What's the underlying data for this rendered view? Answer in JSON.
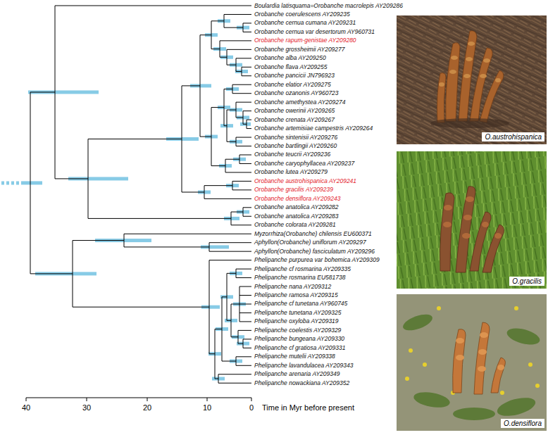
{
  "diagram": {
    "labels": [
      "Boulardia latisquama=Orobanche macrolepis AY209286",
      "Orobanche coerulescens AY209235",
      "Orobanche cernua cumana AY209231",
      "Orobanche cernua var desertorum AY960731",
      "Orobanche rapum-genistae AY209280",
      "Orobanche grossheimii AY209277",
      "Orobanche alba AY209250",
      "Orobanche flava AY209255",
      "Orobanche pancicii JN796923",
      "Orobanche elatior AY209275",
      "Orobanche ozanonis AY960723",
      "Orobanche amethystea AY209274",
      "Orobanche owerinii AY209265",
      "Orobanche crenata AY209267",
      "Orobanche artemisiae campestris AY209264",
      "Orobanche sintenisii AY209276",
      "Orobanche bartlingii AY209260",
      "Orobanche teucrii AY209236",
      "Orobanche caryophyllacea AY209237",
      "Orobanche lutea AY209279",
      "Orobanche austrohispanica AY209241",
      "Orobanche gracilis AY209239",
      "Orobanche densiflora AY209243",
      "Orobanche anatolica AY209282",
      "Orobanche anatolica AY209283",
      "Orobanche colorata AY209281",
      "Myzorrhiza(Orobanche) chilensis EU600371",
      "Aphyllon(Orobanche) uniflorum AY209297",
      "Aphyllon(Orobanche) fasciculatum AY209296",
      "Phelipanche purpurea var bohemica AY209309",
      "Phelipanche cf rosmarina AY209335",
      "Phelipanche rosmarina EU581738",
      "Phelipanche nana AY209312",
      "Phelipanche ramosa AY209315",
      "Phelipanche cf tunetana AY960745",
      "Phelipanche tunetana AY209325",
      "Phelipanche oxyloba AY209319",
      "Phelipanche coelestis AY209329",
      "Phelipanche bungeana AY209330",
      "Phelipanche cf gratiosa AY209331",
      "Phelipanche mutelii AY209338",
      "Phelipanche lavandulacea AY209343",
      "Phelipanche arenaria AY209349",
      "Phelipanche nowackiana AY209352",
      "O.austrohispanica",
      "O.gracilis",
      "O.densiflora",
      "40",
      "30",
      "20",
      "10",
      "0",
      "Time in Myr before present"
    ]
  }
}
